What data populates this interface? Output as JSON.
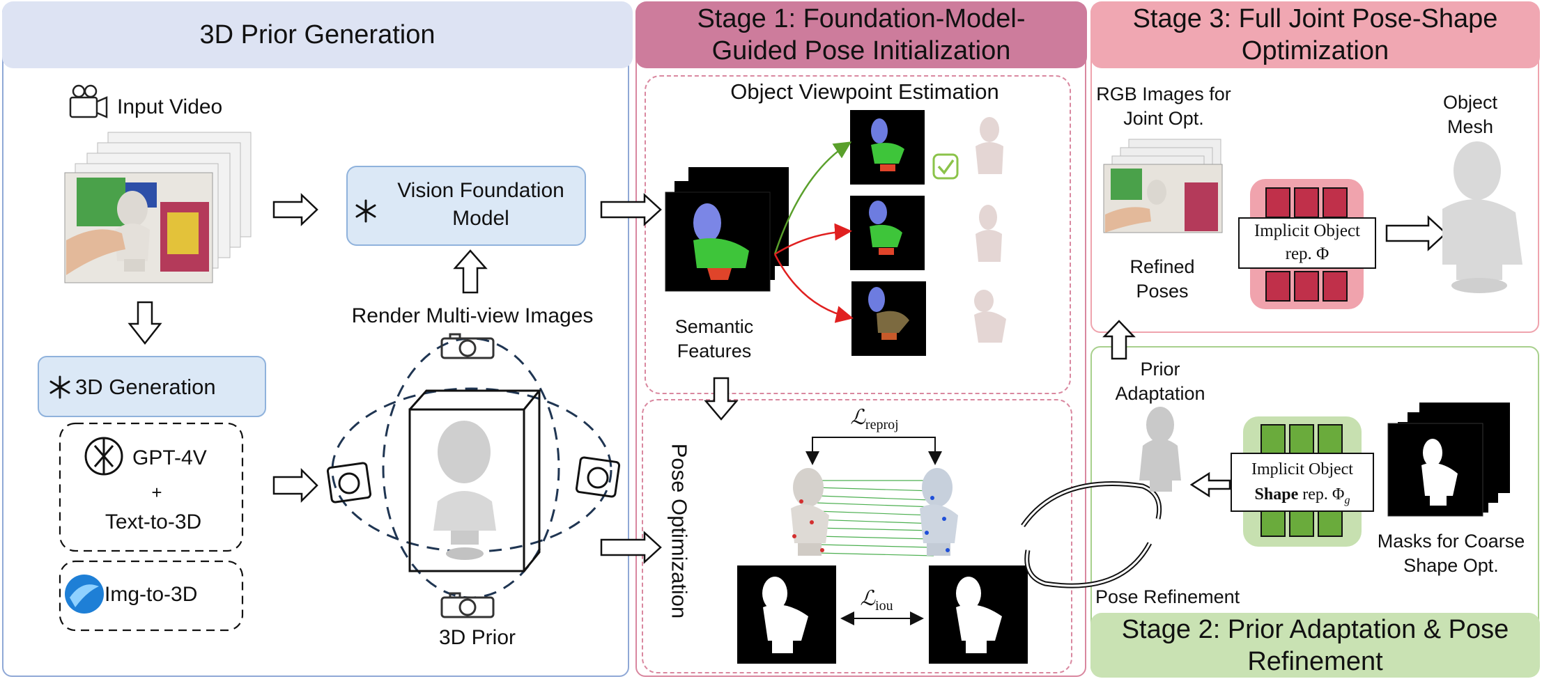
{
  "prior": {
    "title": "3D Prior Generation",
    "input_video": "Input Video",
    "vision_model_line1": "Vision Foundation",
    "vision_model_line2": "Model",
    "render_views": "Render Multi-view Images",
    "generation": "3D Generation",
    "gpt4v": "GPT-4V",
    "plus": "+",
    "text_to_3d": "Text-to-3D",
    "img_to_3d": "Img-to-3D",
    "prior_3d": "3D Prior"
  },
  "stage1": {
    "title_line1": "Stage 1: Foundation-Model-",
    "title_line2": "Guided Pose Initialization",
    "viewpoint": "Object Viewpoint Estimation",
    "semantic_line1": "Semantic",
    "semantic_line2": "Features",
    "pose_opt": "Pose Optimization",
    "loss_reproj_main": "ℒ",
    "loss_reproj_sub": "reproj",
    "loss_iou_main": "ℒ",
    "loss_iou_sub": "iou"
  },
  "stage3": {
    "title_line1": "Stage 3: Full Joint Pose-Shape",
    "title_line2": "Optimization",
    "rgb_line1": "RGB Images for",
    "rgb_line2": "Joint Opt.",
    "refined_line1": "Refined",
    "refined_line2": "Poses",
    "implicit_line1": "Implicit Object",
    "implicit_line2": "rep. Φ",
    "mesh_line1": "Object",
    "mesh_line2": "Mesh"
  },
  "stage2": {
    "title_line1": "Stage 2: Prior Adaptation & Pose",
    "title_line2": "Refinement",
    "prior_adapt_line1": "Prior",
    "prior_adapt_line2": "Adaptation",
    "implicit_line1": "Implicit Object",
    "implicit_shape_bold": "Shape",
    "implicit_shape_rest": " rep. Φ",
    "implicit_sub": "g",
    "masks_line1": "Masks for Coarse",
    "masks_line2": "Shape Opt.",
    "pose_refine": "Pose Refinement"
  },
  "colors": {
    "prior_header": "#dde3f3",
    "prior_border": "#8fa8d6",
    "vision_box": "#dbe8f6",
    "stage1_header": "#cd7c9c",
    "stage1_border": "#d9879f",
    "stage3_header": "#f0a7b2",
    "stage3_border": "#efa3ad",
    "stage2_header": "#c9e2b3",
    "stage2_border": "#a8d08d",
    "crimson": "#c0304a",
    "green_block": "#6aab3c"
  }
}
